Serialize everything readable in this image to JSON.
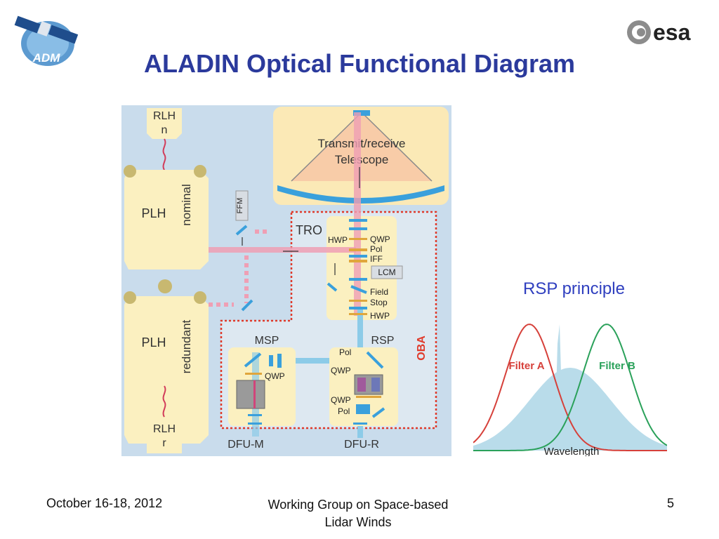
{
  "slide": {
    "title": "ALADIN Optical Functional Diagram",
    "rsp_caption": "RSP principle",
    "footer": {
      "date": "October 16-18, 2012",
      "event_line1": "Working Group on Space-based",
      "event_line2": "Lidar Winds",
      "page": "5"
    }
  },
  "logos": {
    "adm": "ADM",
    "esa": "esa"
  },
  "diagram": {
    "rlh_n": [
      "RLH",
      "n"
    ],
    "rlh_r": [
      "RLH",
      "r"
    ],
    "plh_nominal": {
      "label": "PLH",
      "side": "nominal"
    },
    "plh_redundant": {
      "label": "PLH",
      "side": "redundant"
    },
    "ffm": "FFM",
    "telescope": [
      "Transmit/receive",
      "Telescope"
    ],
    "tro": "TRO",
    "hwp": "HWP",
    "qwp": "QWP",
    "pol": "Pol",
    "iff": "IFF",
    "lcm": "LCM",
    "field_stop": [
      "Field",
      "Stop"
    ],
    "hwp2": "HWP",
    "oba": "OBA",
    "msp": "MSP",
    "rsp": "RSP",
    "msp_qwp": "QWP",
    "rsp_pol_top": "Pol",
    "rsp_qwp1": "QWP",
    "rsp_qwp2": "QWP",
    "rsp_pol_bottom": "Pol",
    "dfu_m": "DFU-M",
    "dfu_r": "DFU-R"
  },
  "rsp_plot": {
    "filter_a": "Filter A",
    "filter_b": "Filter B",
    "xlabel": "Wavelength",
    "colors": {
      "filter_a": "#d6403a",
      "filter_b": "#2aa15a",
      "spectrum": "#b9dcea"
    }
  }
}
